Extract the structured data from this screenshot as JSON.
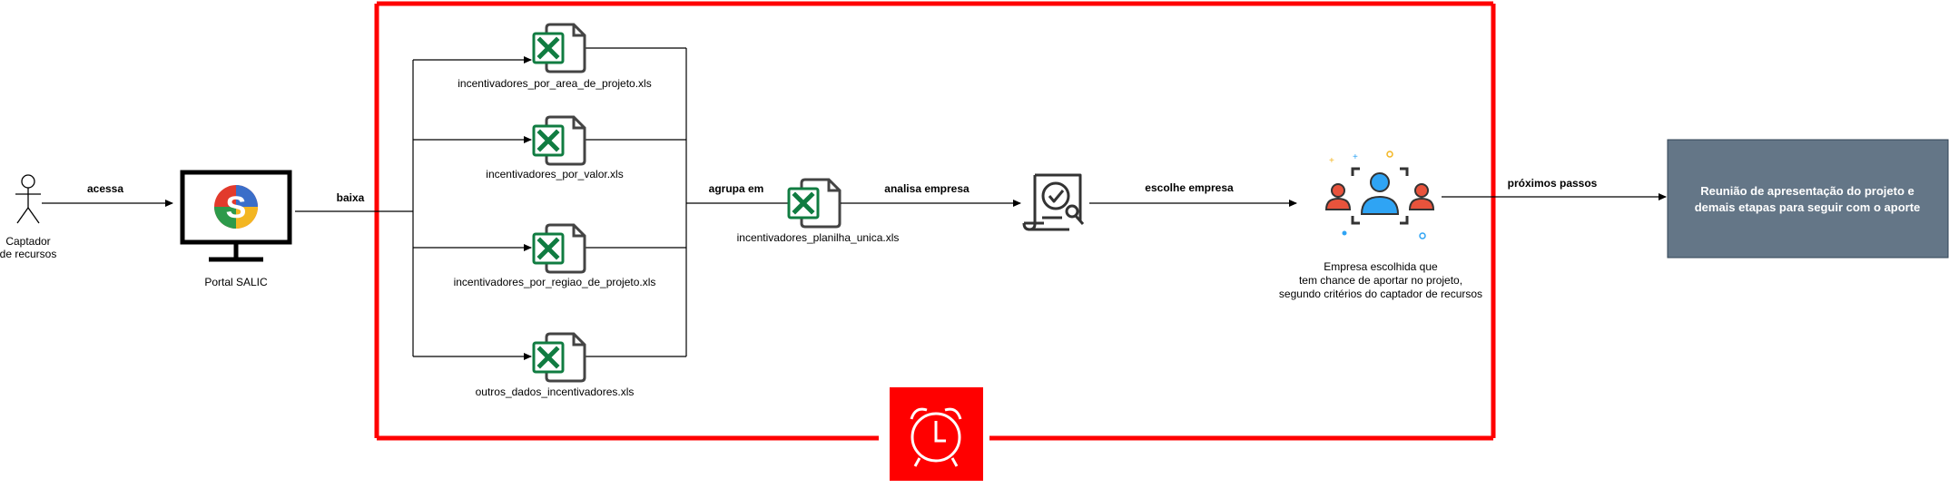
{
  "actor": {
    "label_line1": "Captador",
    "label_line2": "de recursos"
  },
  "portal": {
    "label": "Portal SALIC",
    "logo_letter": "S"
  },
  "edges": {
    "acessa": "acessa",
    "baixa": "baixa",
    "agrupa_em": "agrupa em",
    "analisa_empresa": "analisa empresa",
    "escolhe_empresa": "escolhe empresa",
    "proximos_passos": "próximos passos"
  },
  "files": [
    {
      "name": "incentivadores_por_area_de_projeto.xls"
    },
    {
      "name": "incentivadores_por_valor.xls"
    },
    {
      "name": "incentivadores_por_regiao_de_projeto.xls"
    },
    {
      "name": "outros_dados_incentivadores.xls"
    }
  ],
  "merged_file": {
    "name": "incentivadores_planilha_unica.xls"
  },
  "company": {
    "line1": "Empresa escolhida que",
    "line2": "tem chance de aportar no projeto,",
    "line3": "segundo critérios do captador de recursos"
  },
  "final_box": {
    "line1": "Reunião de apresentação do projeto e",
    "line2": "demais etapas para seguir com o aporte"
  },
  "colors": {
    "frame_red": "#ff0000",
    "alarm_bg": "#ff0000",
    "excel_green": "#107c41",
    "final_box_bg": "#647687",
    "final_box_border": "#314354",
    "person_blue": "#2fa4f4",
    "person_red": "#e8533c"
  },
  "icons": [
    "stick-figure-icon",
    "monitor-icon",
    "excel-file-icon",
    "document-check-icon",
    "people-selection-icon",
    "alarm-clock-icon"
  ]
}
